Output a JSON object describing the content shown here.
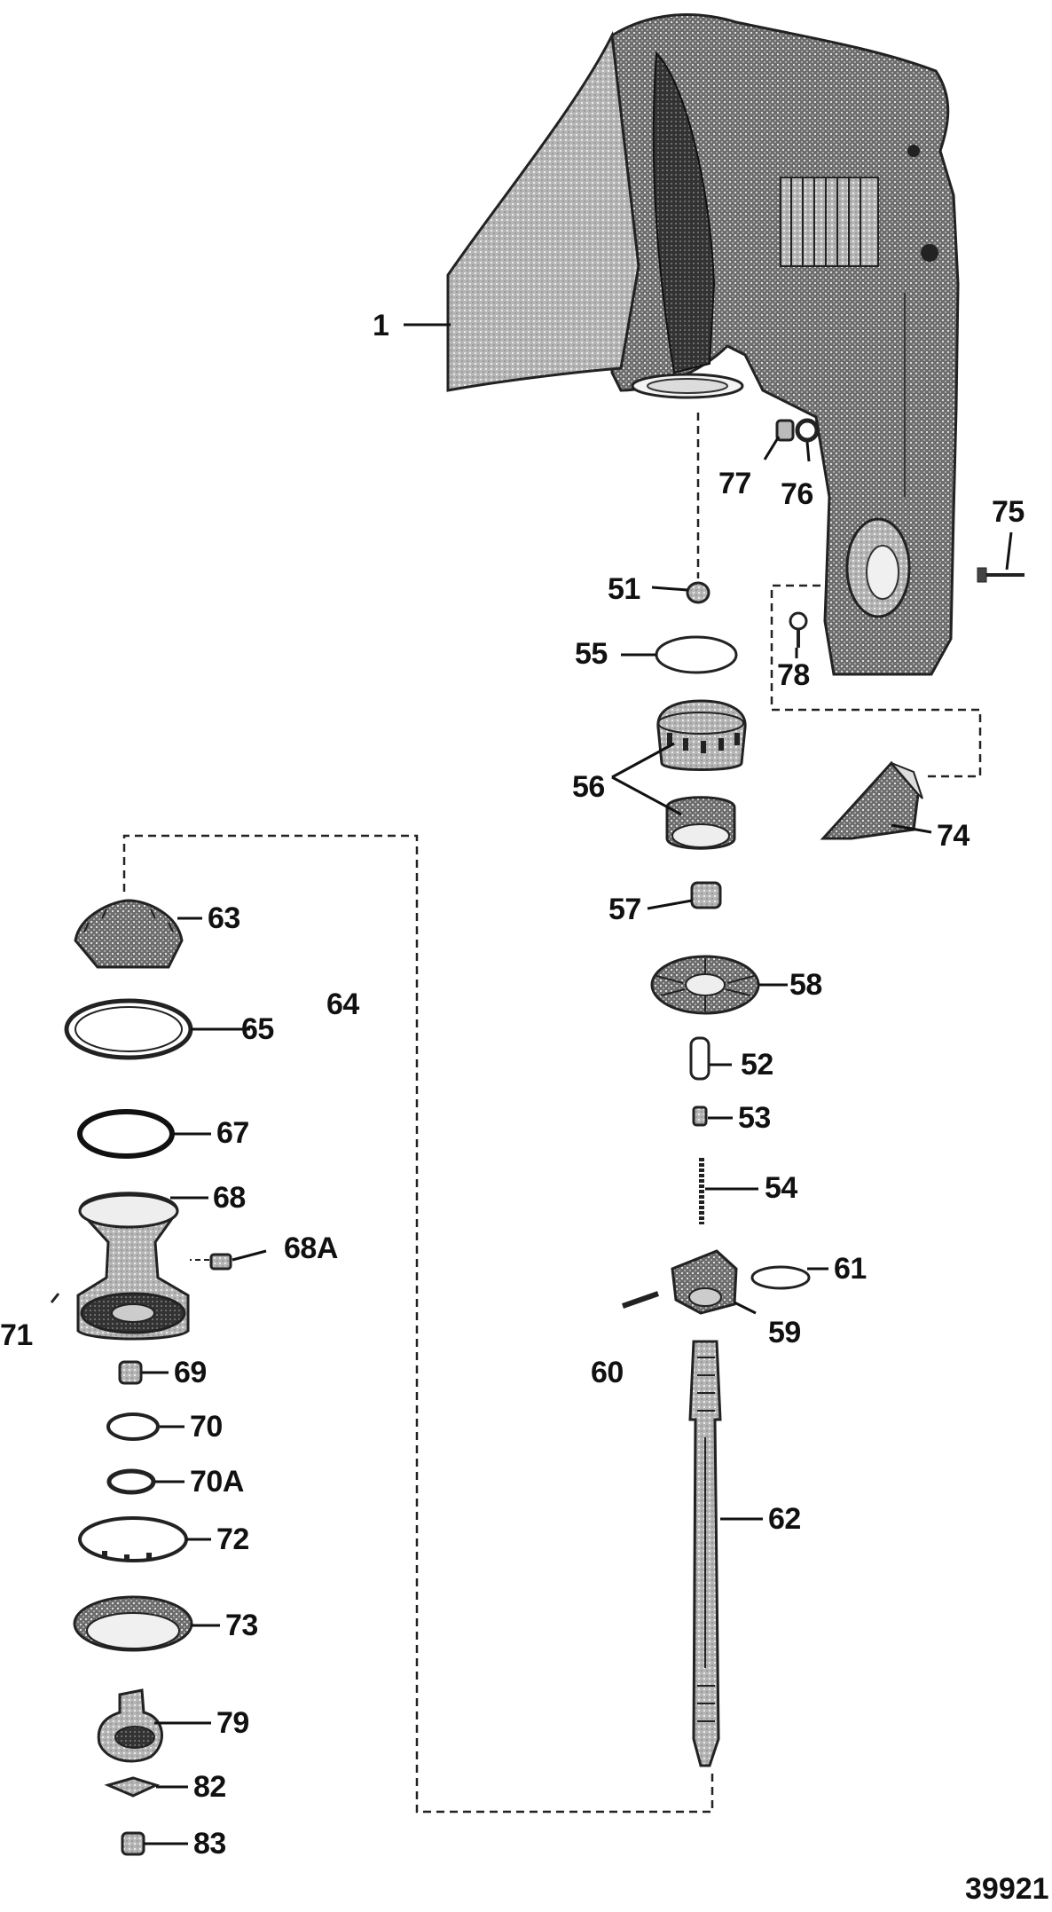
{
  "diagram": {
    "figure_number": "39921",
    "callouts": [
      "1",
      "51",
      "55",
      "56",
      "57",
      "58",
      "52",
      "53",
      "54",
      "59",
      "60",
      "61",
      "62",
      "63",
      "64",
      "65",
      "67",
      "68",
      "68A",
      "71",
      "69",
      "70",
      "70A",
      "72",
      "73",
      "79",
      "82",
      "83",
      "74",
      "75",
      "76",
      "77",
      "78"
    ]
  }
}
